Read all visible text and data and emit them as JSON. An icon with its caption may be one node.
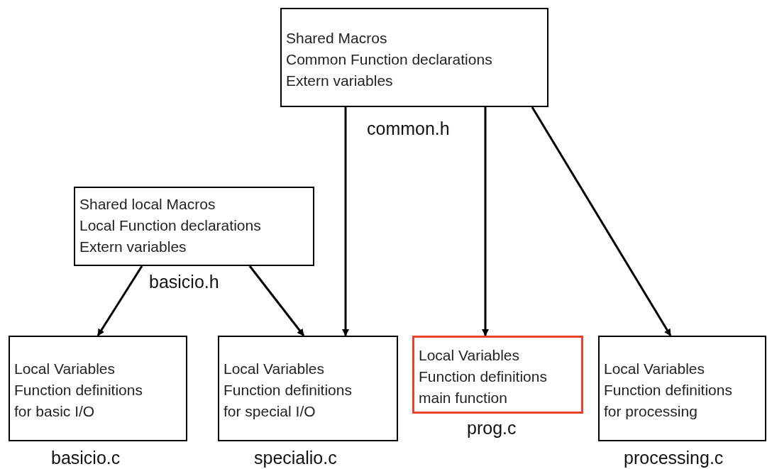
{
  "diagram": {
    "nodes": [
      {
        "text": [
          "Shared Macros",
          "Common Function declarations",
          "Extern variables"
        ],
        "beside": [
          "common.h"
        ]
      },
      {
        "text": [
          "Shared local Macros",
          "Local Function declarations",
          "Extern variables"
        ],
        "beside": [
          "basicio.h"
        ]
      },
      {
        "text": [
          "Local Variables",
          "Function definitions",
          "for basic I/O"
        ],
        "beside": [
          "basicio.c"
        ]
      },
      {
        "text": [
          "Local Variables",
          "Function definitions",
          "for special I/O"
        ],
        "beside": [
          "specialio.c"
        ]
      },
      {
        "text": [
          "Local Variables",
          "Function definitions",
          "main function"
        ],
        "beside": [
          "prog.c"
        ]
      },
      {
        "text": [
          "Local Variables",
          "Function definitions",
          "for processing"
        ],
        "beside": [
          "processing.c"
        ]
      }
    ],
    "edges": [
      {
        "from": 1,
        "to": 2,
        "arrow": "to"
      },
      {
        "from": 1,
        "to": 3,
        "arrow": "to"
      },
      {
        "from": 0,
        "to": 3,
        "arrow": "to"
      },
      {
        "from": 0,
        "to": 4,
        "arrow": "to"
      },
      {
        "from": 0,
        "to": 5,
        "arrow": "to"
      }
    ]
  }
}
